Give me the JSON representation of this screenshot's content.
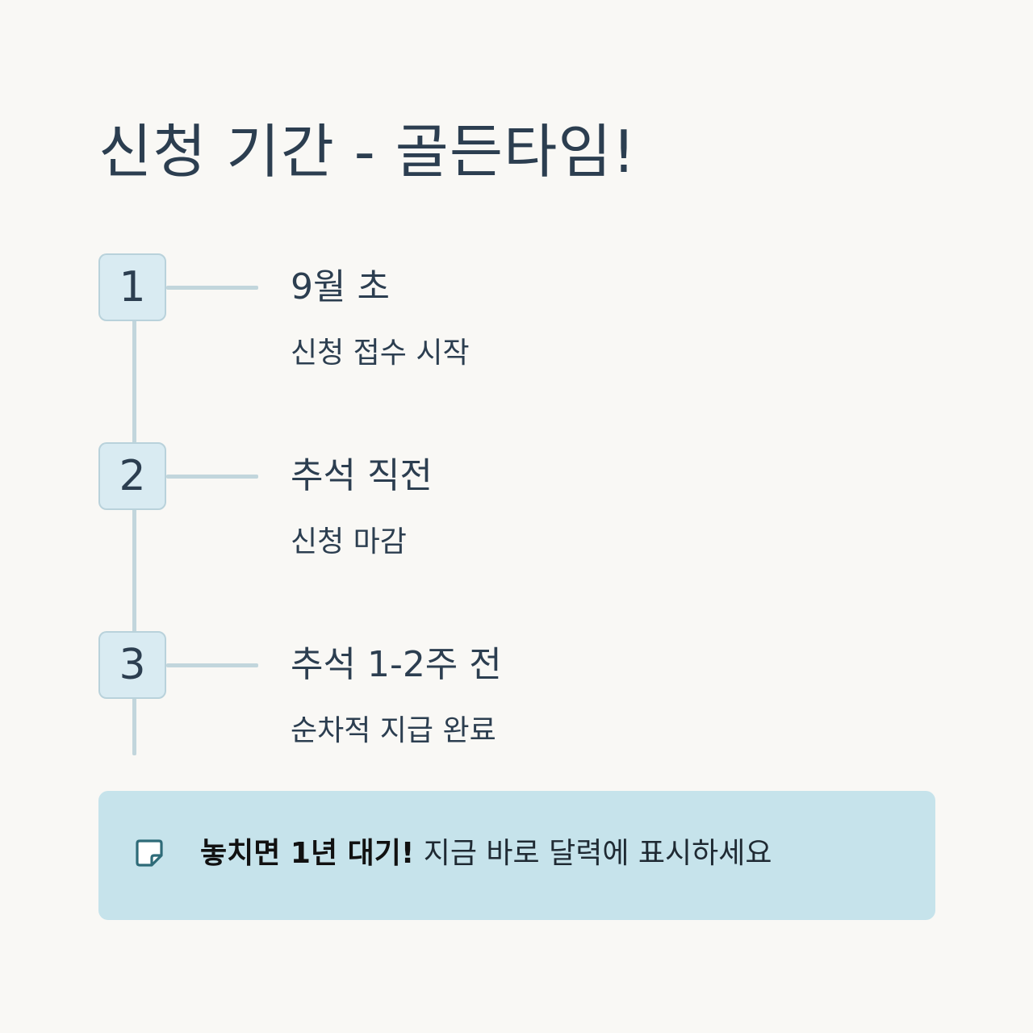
{
  "title": "신청 기간 - 골든타임!",
  "steps": [
    {
      "number": "1",
      "title": "9월 초",
      "description": "신청 접수 시작"
    },
    {
      "number": "2",
      "title": "추석 직전",
      "description": "신청 마감"
    },
    {
      "number": "3",
      "title": "추석 1-2주 전",
      "description": "순차적 지급 완료"
    }
  ],
  "notice": {
    "icon": "sticky-note-icon",
    "strong": "놓치면 1년 대기!",
    "text": " 지금 바로 달력에 표시하세요"
  },
  "colors": {
    "background": "#f9f8f5",
    "text": "#2c3e50",
    "badge_fill": "#d9ebf2",
    "badge_border": "#b9d2db",
    "line": "#c2d6dc",
    "notice_fill": "#c6e3eb",
    "icon_stroke": "#2e6b78"
  }
}
